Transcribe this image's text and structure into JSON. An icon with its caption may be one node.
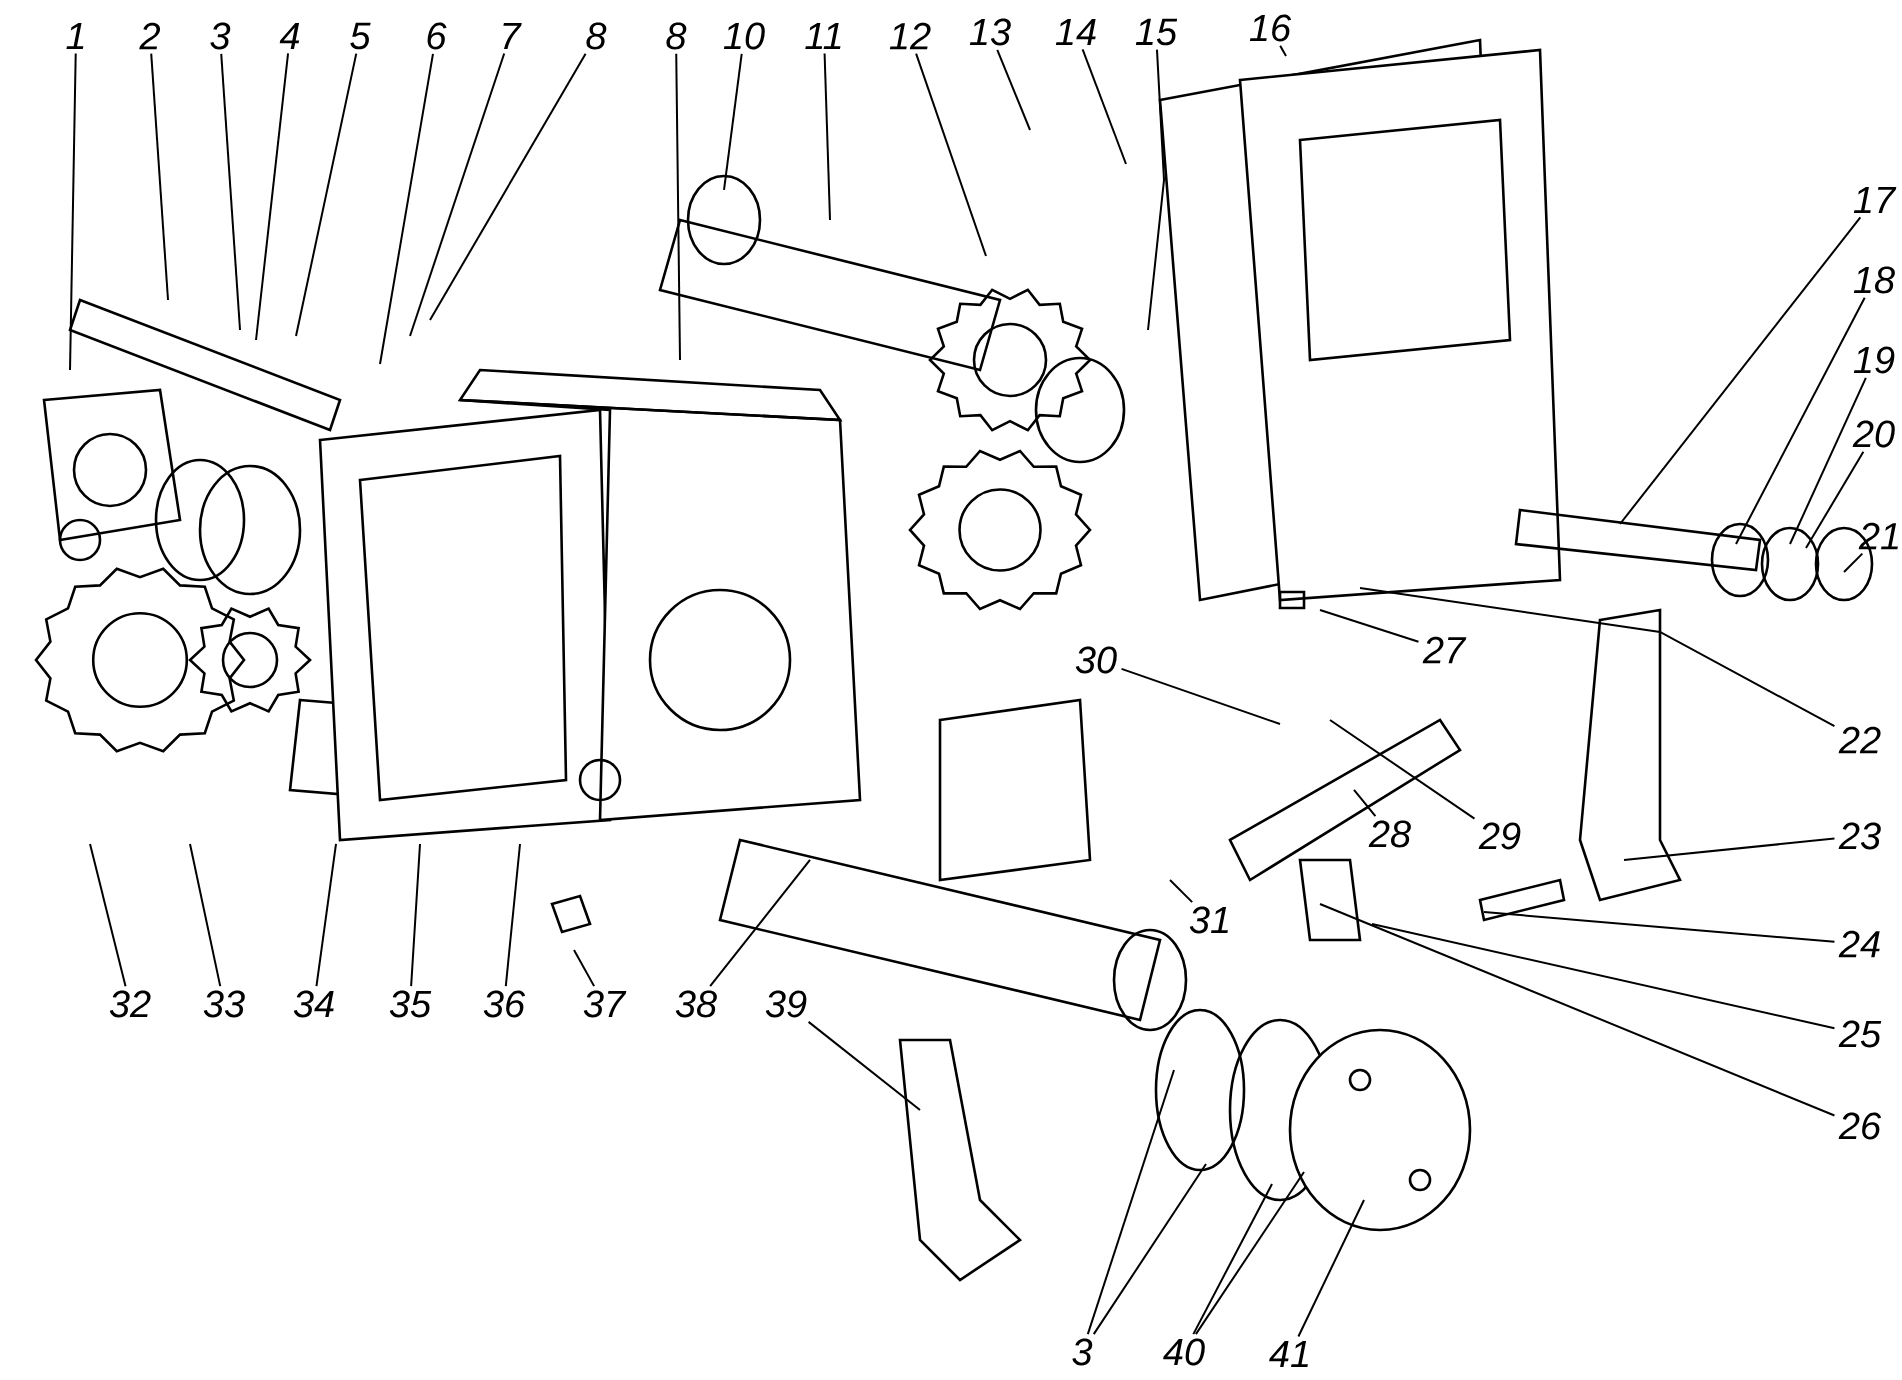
{
  "diagram": {
    "nodes": [
      {
        "text": [
          "1"
        ]
      },
      {
        "text": [
          "2"
        ]
      },
      {
        "text": [
          "3"
        ]
      },
      {
        "text": [
          "4"
        ]
      },
      {
        "text": [
          "5"
        ]
      },
      {
        "text": [
          "6"
        ]
      },
      {
        "text": [
          "7"
        ]
      },
      {
        "text": [
          "8"
        ]
      },
      {
        "text": [
          "8"
        ]
      },
      {
        "text": [
          "10"
        ]
      },
      {
        "text": [
          "11"
        ]
      },
      {
        "text": [
          "12"
        ]
      },
      {
        "text": [
          "13"
        ]
      },
      {
        "text": [
          "14"
        ]
      },
      {
        "text": [
          "15"
        ]
      },
      {
        "text": [
          "16"
        ]
      },
      {
        "text": [
          "17"
        ]
      },
      {
        "text": [
          "18"
        ]
      },
      {
        "text": [
          "19"
        ]
      },
      {
        "text": [
          "20"
        ]
      },
      {
        "text": [
          "21"
        ]
      },
      {
        "text": [
          "27"
        ]
      },
      {
        "text": [
          "22"
        ]
      },
      {
        "text": [
          "30"
        ]
      },
      {
        "text": [
          "28"
        ]
      },
      {
        "text": [
          "29"
        ]
      },
      {
        "text": [
          "23"
        ]
      },
      {
        "text": [
          "24"
        ]
      },
      {
        "text": [
          "31"
        ]
      },
      {
        "text": [
          "25"
        ]
      },
      {
        "text": [
          "26"
        ]
      },
      {
        "text": [
          "32"
        ]
      },
      {
        "text": [
          "33"
        ]
      },
      {
        "text": [
          "34"
        ]
      },
      {
        "text": [
          "35"
        ]
      },
      {
        "text": [
          "36"
        ]
      },
      {
        "text": [
          "37"
        ]
      },
      {
        "text": [
          "38"
        ]
      },
      {
        "text": [
          "39"
        ]
      },
      {
        "text": [
          "3"
        ]
      },
      {
        "text": [
          "40"
        ]
      },
      {
        "text": [
          "41"
        ]
      }
    ],
    "edges": [
      {
        "from": 0,
        "to": null,
        "arrow": "none"
      },
      {
        "from": 1,
        "to": null,
        "arrow": "none"
      },
      {
        "from": 2,
        "to": null,
        "arrow": "none"
      },
      {
        "from": 3,
        "to": null,
        "arrow": "none"
      },
      {
        "from": 4,
        "to": null,
        "arrow": "none"
      },
      {
        "from": 5,
        "to": null,
        "arrow": "none"
      },
      {
        "from": 6,
        "to": null,
        "arrow": "none"
      },
      {
        "from": 7,
        "to": null,
        "arrow": "none"
      },
      {
        "from": 8,
        "to": null,
        "arrow": "none"
      },
      {
        "from": 9,
        "to": null,
        "arrow": "none"
      },
      {
        "from": 10,
        "to": null,
        "arrow": "none"
      },
      {
        "from": 11,
        "to": null,
        "arrow": "none"
      },
      {
        "from": 12,
        "to": null,
        "arrow": "none"
      },
      {
        "from": 13,
        "to": null,
        "arrow": "none"
      },
      {
        "from": 14,
        "to": null,
        "arrow": "none"
      },
      {
        "from": 15,
        "to": null,
        "arrow": "none"
      },
      {
        "from": 16,
        "to": null,
        "arrow": "none"
      },
      {
        "from": 17,
        "to": null,
        "arrow": "none"
      },
      {
        "from": 18,
        "to": null,
        "arrow": "none"
      },
      {
        "from": 19,
        "to": null,
        "arrow": "none"
      },
      {
        "from": 20,
        "to": null,
        "arrow": "none"
      },
      {
        "from": 21,
        "to": null,
        "arrow": "none"
      },
      {
        "from": 22,
        "to": null,
        "arrow": "none"
      },
      {
        "from": 23,
        "to": null,
        "arrow": "none"
      },
      {
        "from": 24,
        "to": null,
        "arrow": "none"
      },
      {
        "from": 25,
        "to": null,
        "arrow": "none"
      },
      {
        "from": 26,
        "to": null,
        "arrow": "none"
      },
      {
        "from": 27,
        "to": null,
        "arrow": "none"
      },
      {
        "from": 28,
        "to": null,
        "arrow": "none"
      },
      {
        "from": 29,
        "to": null,
        "arrow": "none"
      },
      {
        "from": 30,
        "to": null,
        "arrow": "none"
      },
      {
        "from": 31,
        "to": null,
        "arrow": "none"
      },
      {
        "from": 32,
        "to": null,
        "arrow": "none"
      },
      {
        "from": 33,
        "to": null,
        "arrow": "none"
      },
      {
        "from": 34,
        "to": null,
        "arrow": "none"
      },
      {
        "from": 35,
        "to": null,
        "arrow": "none"
      },
      {
        "from": 36,
        "to": null,
        "arrow": "none"
      },
      {
        "from": 37,
        "to": null,
        "arrow": "none"
      },
      {
        "from": 38,
        "to": null,
        "arrow": "none"
      },
      {
        "from": 39,
        "to": null,
        "arrow": "none"
      },
      {
        "from": 39,
        "to": null,
        "arrow": "none"
      },
      {
        "from": 40,
        "to": null,
        "arrow": "none"
      },
      {
        "from": 40,
        "to": null,
        "arrow": "none"
      },
      {
        "from": 41,
        "to": null,
        "arrow": "none"
      }
    ]
  }
}
